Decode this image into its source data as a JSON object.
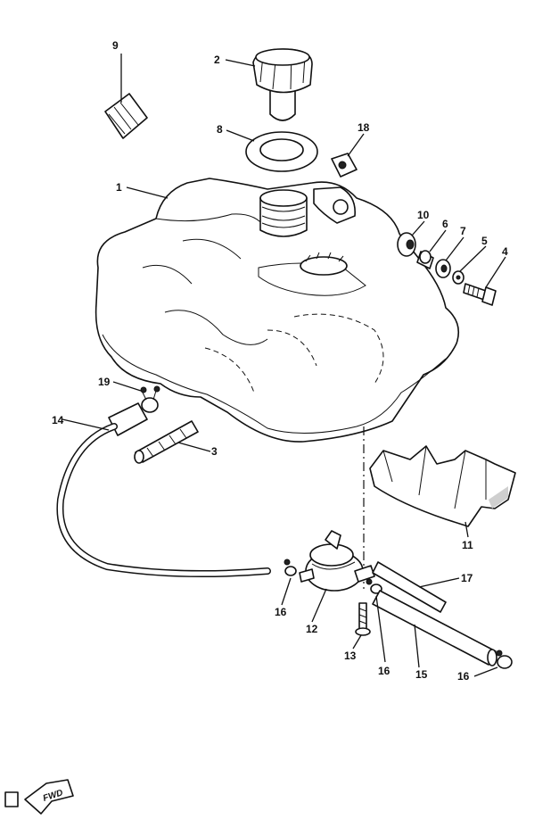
{
  "callouts": [
    {
      "id": "c1",
      "text": "1"
    },
    {
      "id": "c2",
      "text": "2"
    },
    {
      "id": "c3",
      "text": "3"
    },
    {
      "id": "c4",
      "text": "4"
    },
    {
      "id": "c5",
      "text": "5"
    },
    {
      "id": "c6",
      "text": "6"
    },
    {
      "id": "c7",
      "text": "7"
    },
    {
      "id": "c8",
      "text": "8"
    },
    {
      "id": "c9",
      "text": "9"
    },
    {
      "id": "c10",
      "text": "10"
    },
    {
      "id": "c11",
      "text": "11"
    },
    {
      "id": "c12",
      "text": "12"
    },
    {
      "id": "c13",
      "text": "13"
    },
    {
      "id": "c14",
      "text": "14"
    },
    {
      "id": "c15",
      "text": "15"
    },
    {
      "id": "c16a",
      "text": "16"
    },
    {
      "id": "c16b",
      "text": "16"
    },
    {
      "id": "c16c",
      "text": "16"
    },
    {
      "id": "c17",
      "text": "17"
    },
    {
      "id": "c18",
      "text": "18"
    },
    {
      "id": "c19",
      "text": "19"
    }
  ],
  "fwd_label": "FWD"
}
